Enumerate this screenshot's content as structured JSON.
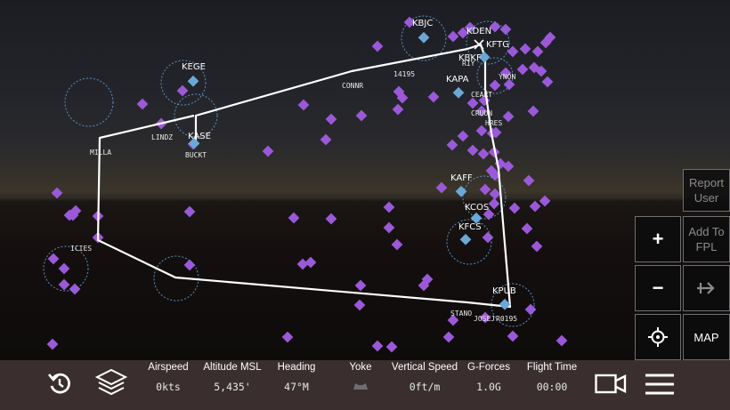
{
  "airports": [
    {
      "code": "KBJC"
    },
    {
      "code": "KDEN"
    },
    {
      "code": "KFTG"
    },
    {
      "code": "KBKF"
    },
    {
      "code": "KAPA"
    },
    {
      "code": "KEGE"
    },
    {
      "code": "KASE"
    },
    {
      "code": "KAFF"
    },
    {
      "code": "KCOS"
    },
    {
      "code": "KFCS"
    },
    {
      "code": "KPUB"
    }
  ],
  "waypoints": [
    {
      "name": "14195"
    },
    {
      "name": "CONNR"
    },
    {
      "name": "LINDZ"
    },
    {
      "name": "BUCKT"
    },
    {
      "name": "MILLA"
    },
    {
      "name": "ICIES"
    },
    {
      "name": "CRUUN"
    },
    {
      "name": "HRES"
    },
    {
      "name": "CEART"
    },
    {
      "name": "RIY"
    },
    {
      "name": "YNON"
    },
    {
      "name": "STANO"
    },
    {
      "name": "JOSEJ"
    },
    {
      "name": "R0195"
    }
  ],
  "side_buttons": {
    "report_user": "Report\nUser",
    "add_to_fpl": "Add To\nFPL",
    "zoom_in": "+",
    "zoom_out": "−",
    "map": "MAP"
  },
  "instruments": [
    {
      "title": "Airspeed",
      "value": "0kts"
    },
    {
      "title": "Altitude MSL",
      "value": "5,435'"
    },
    {
      "title": "Heading",
      "value": "47°M"
    },
    {
      "title": "Yoke",
      "value": ""
    },
    {
      "title": "Vertical Speed",
      "value": "0ft/m"
    },
    {
      "title": "G-Forces",
      "value": "1.0G"
    },
    {
      "title": "Flight Time",
      "value": "00:00"
    }
  ],
  "icons": {
    "reset": "reset-icon",
    "layers": "layers-icon",
    "yoke": "yoke-icon",
    "camera": "camera-icon",
    "menu": "menu-icon",
    "direct_to": "direct-to-icon",
    "locate": "crosshair-icon"
  },
  "colors": {
    "route": "#ffffff",
    "airport": "#6aa8d8",
    "ring": "#5b8fc4",
    "navaid": "#9b59d9",
    "bottombar": "#3a2e2e"
  }
}
